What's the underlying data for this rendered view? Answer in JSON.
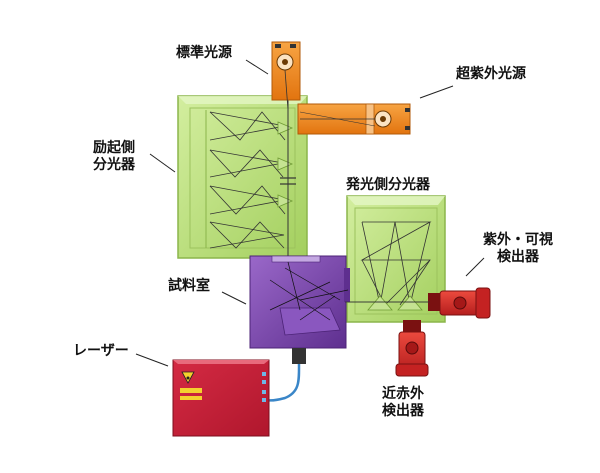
{
  "labels": {
    "standard_light_source": "標準光源",
    "uv_light_source": "超紫外光源",
    "excitation_monochromator": [
      "励起側",
      "分光器"
    ],
    "emission_monochromator": "発光側分光器",
    "sample_chamber": "試料室",
    "uv_vis_detector": [
      "紫外・可視",
      "検出器"
    ],
    "laser": "レーザー",
    "nir_detector": [
      "近赤外",
      "検出器"
    ]
  },
  "colors": {
    "light_source_orange": "#f08a1e",
    "monochromator_green": "#b5db74",
    "sample_chamber_purple": "#7d49b0",
    "detector_red": "#d42a2a",
    "laser_red": "#c81e3a",
    "fiber_blue": "#3a86c8"
  }
}
